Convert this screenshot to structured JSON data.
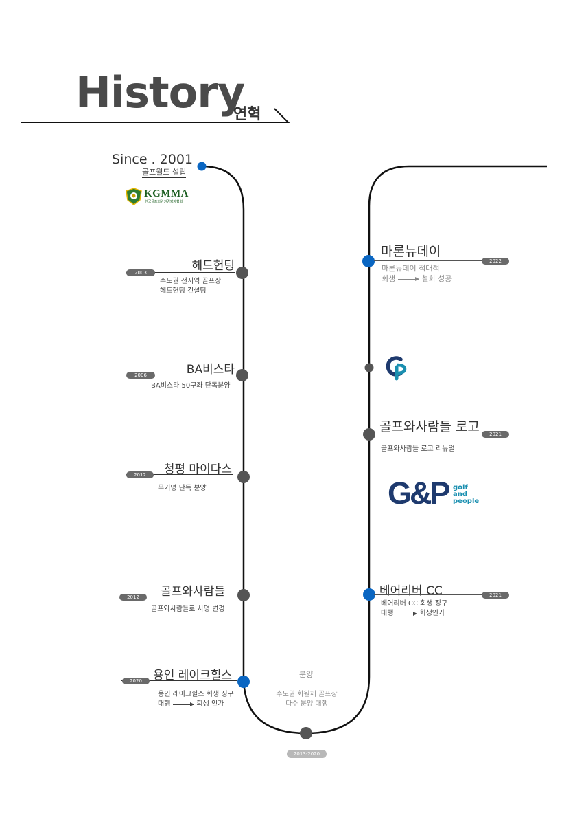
{
  "header": {
    "title": "History",
    "subtitle": "연혁"
  },
  "left_events": [
    {
      "title": "Since . 2001",
      "lines": [
        "골프월드 설립"
      ]
    },
    {
      "title": "헤드헌팅",
      "year": "2003",
      "lines": [
        "수도권 전지역 골프장",
        "헤드헌팅 컨설팅"
      ]
    },
    {
      "title": "BA비스타",
      "year": "2006",
      "lines": [
        "BA비스타 50구좌 단독분양"
      ]
    },
    {
      "title": "청평 마이다스",
      "year": "2012",
      "lines": [
        "무기명 단독 분양"
      ]
    },
    {
      "title": "골프와사람들",
      "year": "2012",
      "lines": [
        "골프와사람들로 사명 변경"
      ]
    },
    {
      "title": "용인 레이크힐스",
      "year": "2020",
      "lines": [
        "용인 레이크힐스 회생 징구"
      ],
      "arrow": {
        "from": "대행",
        "to": "회생 인가"
      }
    }
  ],
  "bottom_event": {
    "title": "분양",
    "lines": [
      "수도권 회원제 골프장",
      "다수 분양 대행"
    ],
    "year": "2013-2020"
  },
  "right_events": [
    {
      "title": "마론뉴데이",
      "year": "2022",
      "lines": [
        "마론뉴데이 적대적"
      ],
      "arrow": {
        "from": "회생",
        "to": "철회 성공"
      }
    },
    {
      "title": "골프와사람들 로고",
      "year": "2021",
      "lines": [
        "골프와사람들 로고 리뉴얼"
      ]
    },
    {
      "title": "베어리버 CC",
      "year": "2021",
      "lines": [
        "베어리버 CC 회생 징구"
      ],
      "arrow": {
        "from": "대행",
        "to": "회생인가"
      }
    }
  ],
  "logos": {
    "kgmma": {
      "name": "KGMMA",
      "tagline": "한국골프회원권경영자협회"
    },
    "gp_mark": "GP",
    "gnp": {
      "word": "G&P",
      "tagline": [
        "golf",
        "and",
        "people"
      ]
    }
  },
  "colors": {
    "blue_dot": "#0a66c2",
    "gray_dot": "#555555",
    "line": "#111111",
    "brand_navy": "#1e3a6e",
    "brand_teal": "#1a8fb0"
  }
}
